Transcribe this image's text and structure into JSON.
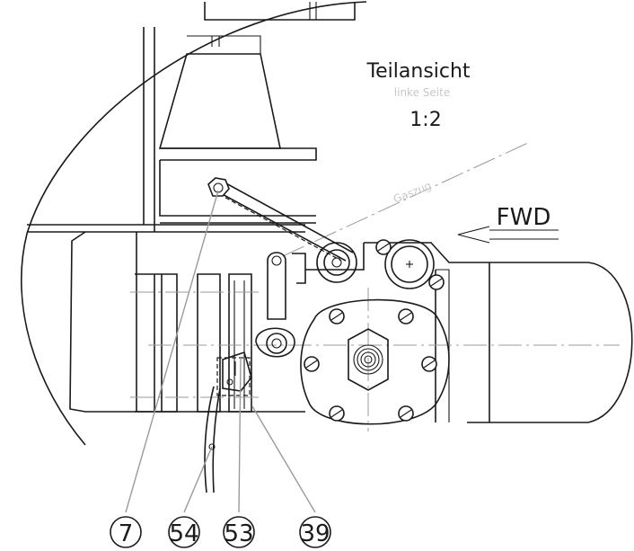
{
  "view": {
    "title": "Teilansicht",
    "subtitle": "linke Seite",
    "scale": "1:2"
  },
  "annotations": {
    "throttle_label": "Gaszug",
    "direction_label": "FWD"
  },
  "balloons": [
    {
      "id": "7",
      "label": "7"
    },
    {
      "id": "54",
      "label": "54"
    },
    {
      "id": "53",
      "label": "53"
    },
    {
      "id": "39",
      "label": "39"
    }
  ],
  "colors": {
    "line": "#1a1a1a",
    "leader": "#9a9a9a",
    "subtitle": "#c8c8c8",
    "background": "#ffffff"
  }
}
